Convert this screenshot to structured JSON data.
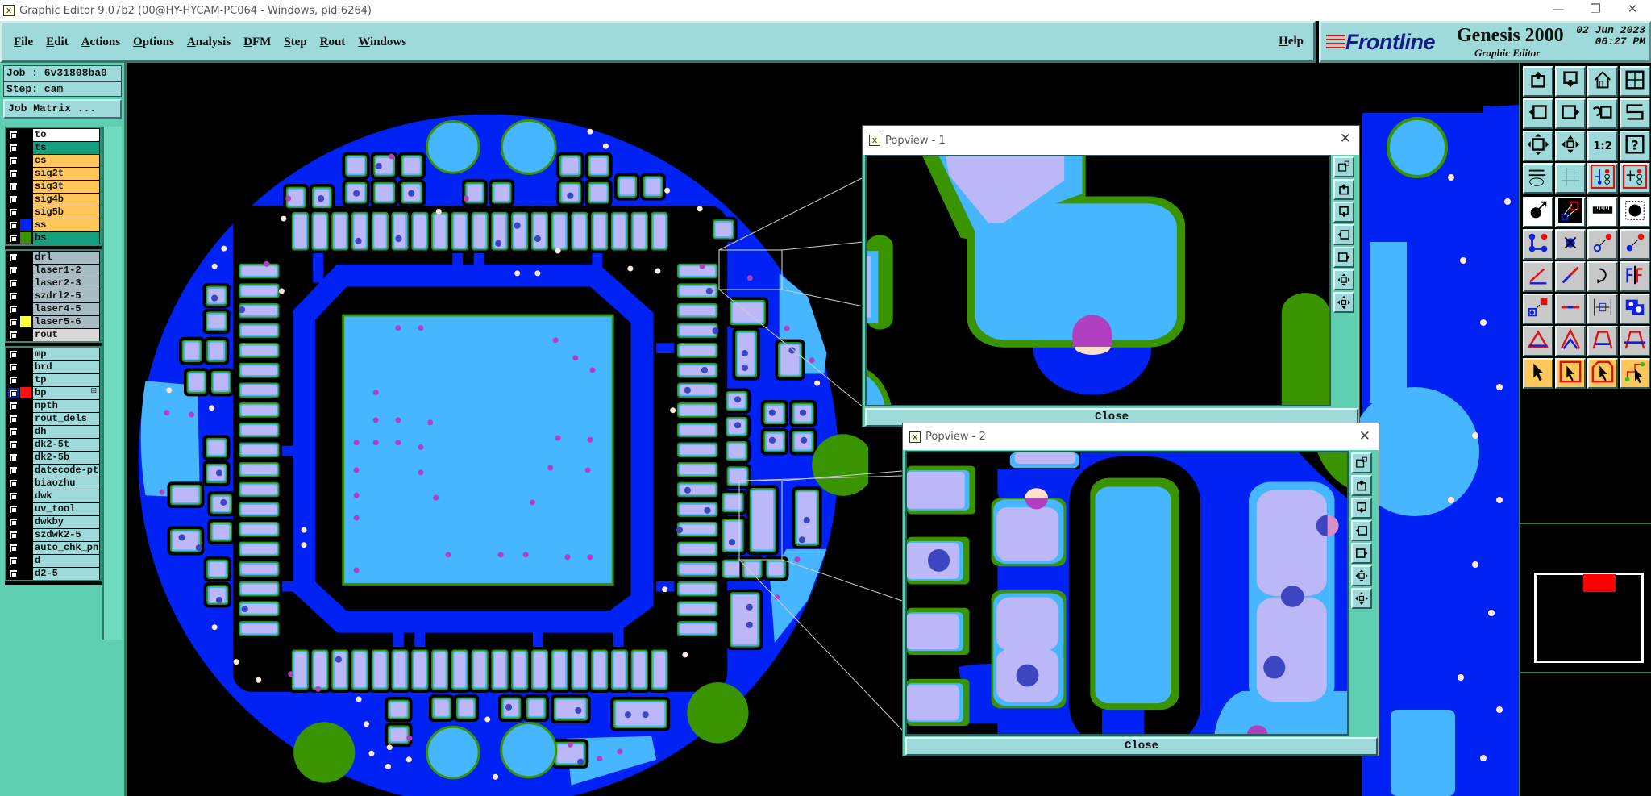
{
  "window": {
    "title": "Graphic Editor 9.07b2 (00@HY-HYCAM-PC064 - Windows, pid:6264)",
    "minimize": "—",
    "maximize": "❐",
    "close": "✕"
  },
  "menu": {
    "items": [
      "File",
      "Edit",
      "Actions",
      "Options",
      "Analysis",
      "DFM",
      "Step",
      "Rout",
      "Windows"
    ],
    "help": "Help"
  },
  "branding": {
    "logo": "Frontline",
    "product": "Genesis 2000",
    "subtitle": "Graphic Editor",
    "date": "02 Jun 2023",
    "time": "06:27 PM"
  },
  "job": {
    "job_label": "Job : 6v31808ba0",
    "step_label": "Step: cam",
    "job_matrix_button": "Job Matrix ..."
  },
  "layers": {
    "groups": [
      [
        {
          "name": "to",
          "color": "#ffffff",
          "swatch": null
        },
        {
          "name": "ts",
          "color": "#14a07e",
          "swatch": null
        },
        {
          "name": "cs",
          "color": "#ffc65c",
          "swatch": null
        },
        {
          "name": "sig2t",
          "color": "#ffc65c",
          "swatch": null
        },
        {
          "name": "sig3t",
          "color": "#ffc65c",
          "swatch": null
        },
        {
          "name": "sig4b",
          "color": "#ffc65c",
          "swatch": null
        },
        {
          "name": "sig5b",
          "color": "#ffc65c",
          "swatch": null
        },
        {
          "name": "ss",
          "color": "#ffc65c",
          "swatch": "#0022ff"
        },
        {
          "name": "bs",
          "color": "#14a07e",
          "swatch": "#3a9400"
        }
      ],
      [
        {
          "name": "drl",
          "color": "#a8bcc4",
          "swatch": null
        },
        {
          "name": "laser1-2",
          "color": "#a8bcc4",
          "swatch": null
        },
        {
          "name": "laser2-3",
          "color": "#a8bcc4",
          "swatch": null
        },
        {
          "name": "szdrl2-5",
          "color": "#a8bcc4",
          "swatch": null
        },
        {
          "name": "laser4-5",
          "color": "#a8bcc4",
          "swatch": null
        },
        {
          "name": "laser5-6",
          "color": "#a8bcc4",
          "swatch": "#ffff40"
        },
        {
          "name": "rout",
          "color": "#d8d8d8",
          "swatch": null
        }
      ],
      [
        {
          "name": "mp",
          "color": "#9fdada",
          "swatch": null
        },
        {
          "name": "brd",
          "color": "#9fdada",
          "swatch": null
        },
        {
          "name": "tp",
          "color": "#9fdada",
          "swatch": null
        },
        {
          "name": "bp",
          "color": "#9fdada",
          "swatch": "#ff1010",
          "selected": true,
          "marker": "⊞"
        },
        {
          "name": "npth",
          "color": "#9fdada",
          "swatch": null
        },
        {
          "name": "rout_dels",
          "color": "#9fdada",
          "swatch": null
        },
        {
          "name": "dh",
          "color": "#9fdada",
          "swatch": null
        },
        {
          "name": "dk2-5t",
          "color": "#9fdada",
          "swatch": null
        },
        {
          "name": "dk2-5b",
          "color": "#9fdada",
          "swatch": null
        },
        {
          "name": "datecode-ptc",
          "color": "#9fdada",
          "swatch": null
        },
        {
          "name": "biaozhu",
          "color": "#9fdada",
          "swatch": null
        },
        {
          "name": "dwk",
          "color": "#9fdada",
          "swatch": null
        },
        {
          "name": "uv_tool",
          "color": "#9fdada",
          "swatch": null
        },
        {
          "name": "dwkby",
          "color": "#9fdada",
          "swatch": null
        },
        {
          "name": "szdwk2-5",
          "color": "#9fdada",
          "swatch": null
        },
        {
          "name": "auto_chk_pnl",
          "color": "#9fdada",
          "swatch": null
        },
        {
          "name": "d",
          "color": "#9fdada",
          "swatch": null
        },
        {
          "name": "d2-5",
          "color": "#9fdada",
          "swatch": null
        }
      ]
    ]
  },
  "toolbar": {
    "rows": [
      {
        "bg": "#9fdada",
        "icons": [
          "layer-up-icon",
          "layer-down-icon",
          "home-icon",
          "xy-window-icon"
        ]
      },
      {
        "bg": "#9fdada",
        "icons": [
          "pan-left-icon",
          "pan-right-icon",
          "previous-view-icon",
          "redraw-icon"
        ]
      },
      {
        "bg": "#9fdada",
        "icons": [
          "zoom-fit-icon",
          "zoom-center-icon",
          "scale-icon",
          "help-icon"
        ]
      },
      {
        "bg": "#9fdada",
        "icons": [
          "tools-palette-icon",
          "grid-icon",
          "net-highlight-icon",
          "net-highlight-drill-icon"
        ]
      },
      {
        "bg": "#ffffff",
        "icons": [
          "feature-info-icon",
          "measure-icon",
          "ruler-icon",
          "pad-snap-icon"
        ]
      },
      {
        "bg": "#c8c8c8",
        "icons": [
          "connect-pads-icon",
          "delete-pad-icon",
          "move-pad-icon",
          "copy-pad-icon"
        ]
      },
      {
        "bg": "#c8c8c8",
        "icons": [
          "angle-line-icon",
          "line-icon",
          "rotate-icon",
          "mirror-icon"
        ]
      },
      {
        "bg": "#c8c8c8",
        "icons": [
          "move-feature-icon",
          "split-line-icon",
          "width-icon",
          "surface-icon"
        ]
      },
      {
        "bg": "#c8c8c8",
        "icons": [
          "triangle-icon",
          "arc-icon",
          "arc-up-icon",
          "arc-cross-icon"
        ]
      },
      {
        "bg": "#ffc65c",
        "icons": [
          "select-arrow-icon",
          "select-rect-icon",
          "select-poly-icon",
          "select-net-icon"
        ]
      }
    ],
    "scale_label": "1:2"
  },
  "popviews": [
    {
      "title": "Popview - 1",
      "close_label": "Close",
      "close_x": "✕"
    },
    {
      "title": "Popview - 2",
      "close_label": "Close",
      "close_x": "✕"
    }
  ],
  "popview_tools": [
    "window-icon",
    "layer-up-icon",
    "layer-down-icon",
    "pan-left-icon",
    "pan-right-icon",
    "zoom-in-icon",
    "zoom-out-icon"
  ],
  "colors": {
    "copper": "#0022f5",
    "pad": "#45b6ff",
    "mask": "#bcb8f8",
    "green": "#3a9400",
    "via": "#b040c0"
  }
}
